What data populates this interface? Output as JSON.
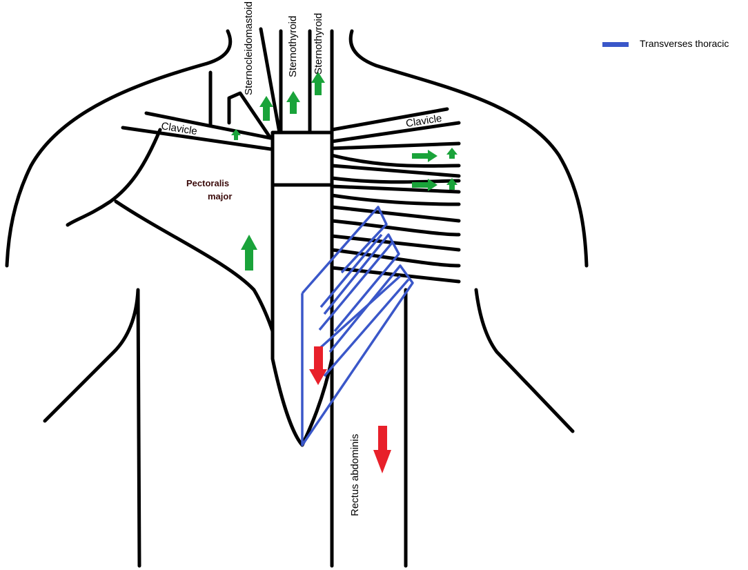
{
  "labels": {
    "sternocleidomastoid": "Sternocleidomastoid",
    "sternothyroid": "Sternothyroid",
    "sternothyroid_2": "Sternothyroid",
    "clavicle_left": "Clavicle",
    "clavicle_right": "Clavicle",
    "pectoralis_line1": "Pectoralis",
    "pectoralis_line2": "major",
    "rectus_abdominis": "Rectus abdominis"
  },
  "legend": {
    "label": "Transverses thoracic"
  },
  "colors": {
    "outline": "#000000",
    "transverses_thoracic": "#3a57c9",
    "arrow_up": "#1aa33a",
    "arrow_down": "#e8202a"
  }
}
